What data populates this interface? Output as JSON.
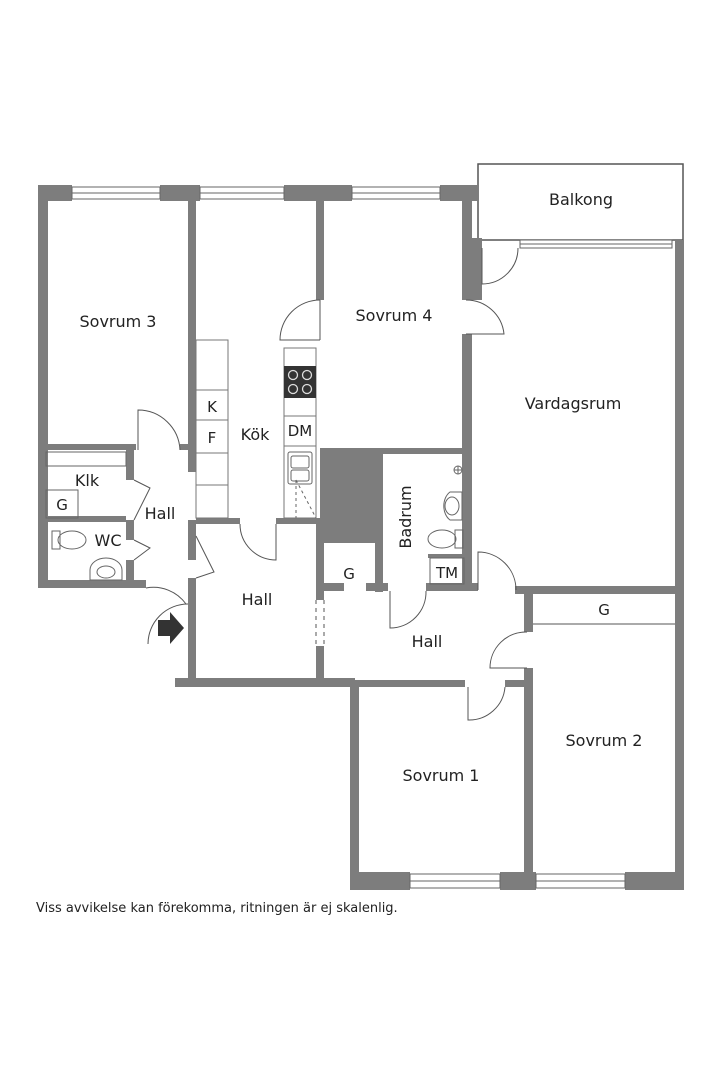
{
  "colors": {
    "wall": "#7d7d7d",
    "fixture": "#777777",
    "text": "#222222",
    "background": "#ffffff"
  },
  "rooms": {
    "balkong": "Balkong",
    "sovrum3": "Sovrum 3",
    "sovrum4": "Sovrum 4",
    "vardagsrum": "Vardagsrum",
    "kok": "Kök",
    "k": "K",
    "f": "F",
    "dm": "DM",
    "klk": "Klk",
    "g_closet_left": "G",
    "hall_left": "Hall",
    "wc": "WC",
    "badrum": "Badrum",
    "g_closet_mid": "G",
    "tm": "TM",
    "hall_center": "Hall",
    "hall_right": "Hall",
    "g_closet_right": "G",
    "sovrum1": "Sovrum 1",
    "sovrum2": "Sovrum 2"
  },
  "icons": [
    "entrance-arrow-icon",
    "stove-icon",
    "sink-icon",
    "toilet-icon",
    "washbasin-icon",
    "shower-icon"
  ],
  "disclaimer": "Viss avvikelse kan förekomma, ritningen är ej skalenlig."
}
